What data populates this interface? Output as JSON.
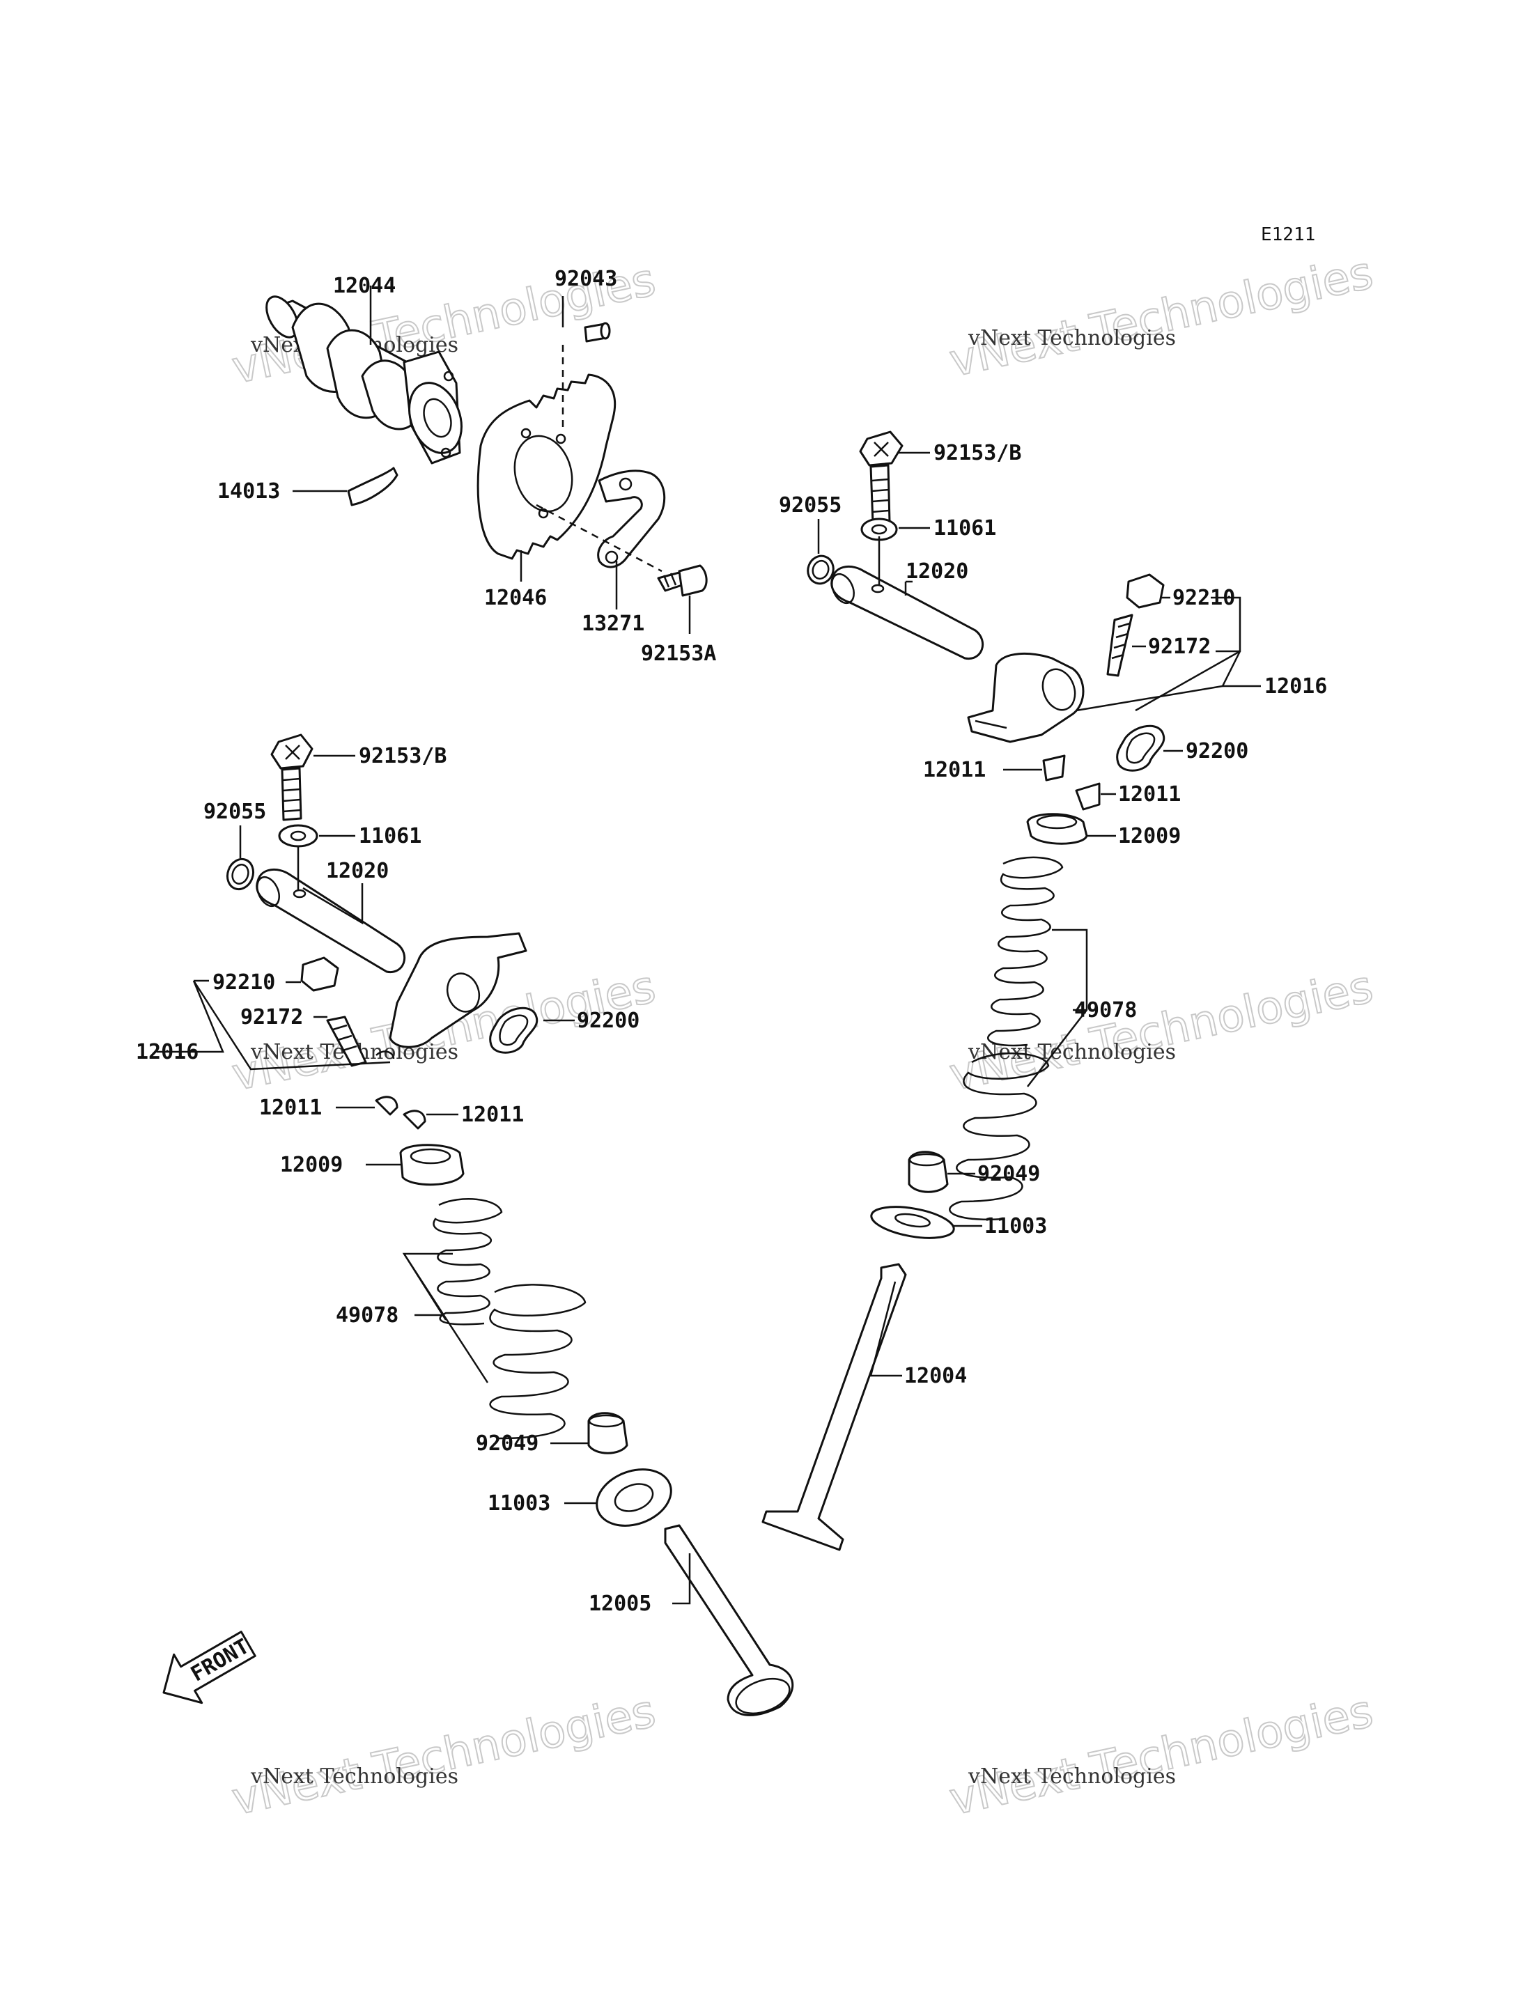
{
  "diagram": {
    "reference_code": "E1211",
    "front_arrow_label": "FRONT",
    "watermarks": [
      {
        "line1": "vNext Technologies",
        "line2": "vNext Technologies"
      },
      {
        "line1": "vNext Technologies",
        "line2": "vNext Technologies"
      },
      {
        "line1": "vNext Technologies",
        "line2": "vNext Technologies"
      },
      {
        "line1": "vNext Technologies",
        "line2": "vNext Technologies"
      },
      {
        "line1": "vNext Technologies",
        "line2": "vNext Technologies"
      },
      {
        "line1": "vNext Technologies",
        "line2": "vNext Technologies"
      }
    ],
    "labels": {
      "camshaft": "12044",
      "pin": "92043",
      "retainer_clip": "14013",
      "sprocket": "12046",
      "plate": "13271",
      "sprocket_bolt": "92153A",
      "rocker_bolt_right": "92153/B",
      "washer_right": "11061",
      "oring_right": "92055",
      "rocker_shaft_right": "12020",
      "nut_right": "92210",
      "adjuster_right": "92172",
      "rocker_arm_assy_right": "12016",
      "oring_plate_right": "92200",
      "cotter_right_a": "12011",
      "cotter_right_b": "12011",
      "spring_retainer_right": "12009",
      "springs_right": "49078",
      "seal_right": "92049",
      "spring_seat_right": "11003",
      "valve_right": "12004",
      "rocker_bolt_left": "92153/B",
      "oring_left": "92055",
      "washer_left": "11061",
      "rocker_shaft_left": "12020",
      "nut_left": "92210",
      "adjuster_left": "92172",
      "rocker_arm_assy_left": "12016",
      "oring_plate_left": "92200",
      "cotter_left_a": "12011",
      "cotter_left_b": "12011",
      "spring_retainer_left": "12009",
      "springs_left": "49078",
      "seal_left": "92049",
      "spring_seat_left": "11003",
      "valve_left": "12005"
    }
  }
}
